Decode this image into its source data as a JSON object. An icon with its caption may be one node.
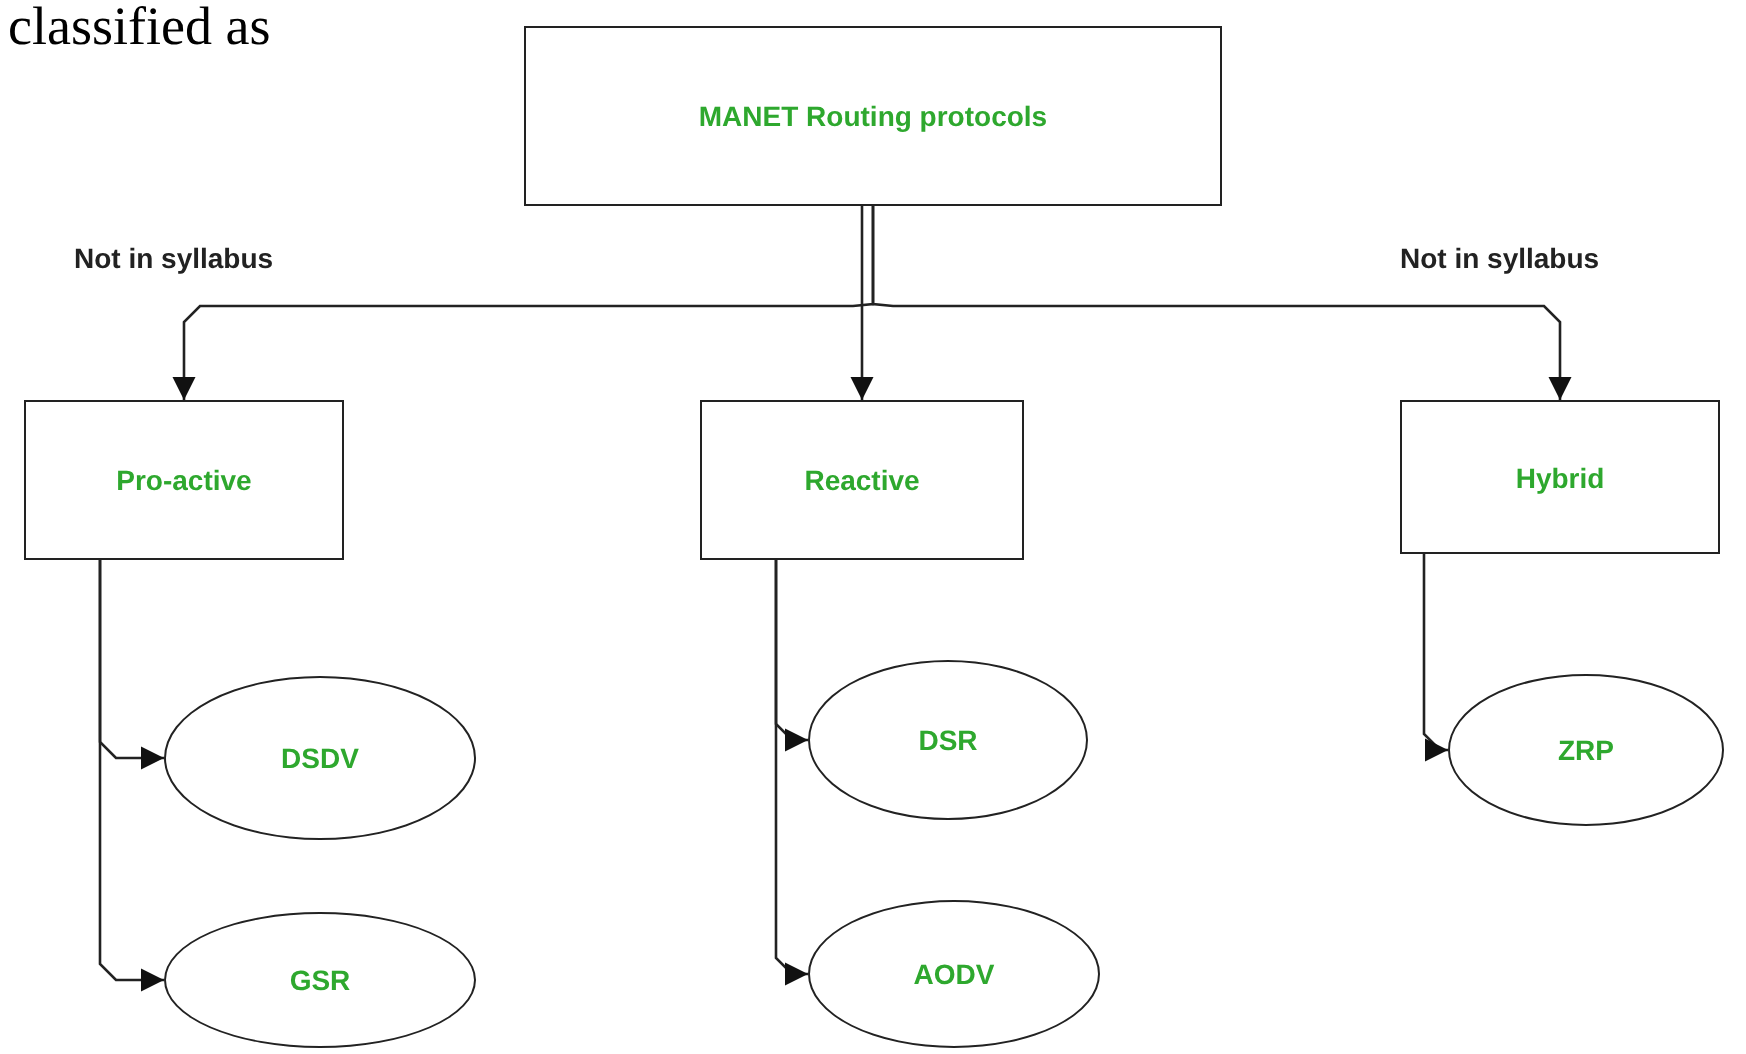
{
  "diagram": {
    "nodes": [
      {
        "text": [
          "MANET Routing protocols"
        ]
      },
      {
        "text": [
          "Pro-active"
        ]
      },
      {
        "text": [
          "Reactive"
        ]
      },
      {
        "text": [
          "Hybrid"
        ]
      },
      {
        "text": [
          "DSDV"
        ]
      },
      {
        "text": [
          "GSR"
        ]
      },
      {
        "text": [
          "DSR"
        ]
      },
      {
        "text": [
          "AODV"
        ]
      },
      {
        "text": [
          "ZRP"
        ]
      }
    ],
    "edges": [
      {
        "from": 0,
        "to": 1,
        "arrow": "to"
      },
      {
        "from": 0,
        "to": 2,
        "arrow": "to"
      },
      {
        "from": 0,
        "to": 3,
        "arrow": "to"
      },
      {
        "from": 1,
        "to": 4,
        "arrow": "to"
      },
      {
        "from": 1,
        "to": 5,
        "arrow": "to"
      },
      {
        "from": 2,
        "to": 6,
        "arrow": "to"
      },
      {
        "from": 2,
        "to": 7,
        "arrow": "to"
      },
      {
        "from": 3,
        "to": 8,
        "arrow": "to"
      }
    ],
    "labels": [
      "classified as",
      "Not in syllabus",
      "Not in syllabus"
    ]
  }
}
